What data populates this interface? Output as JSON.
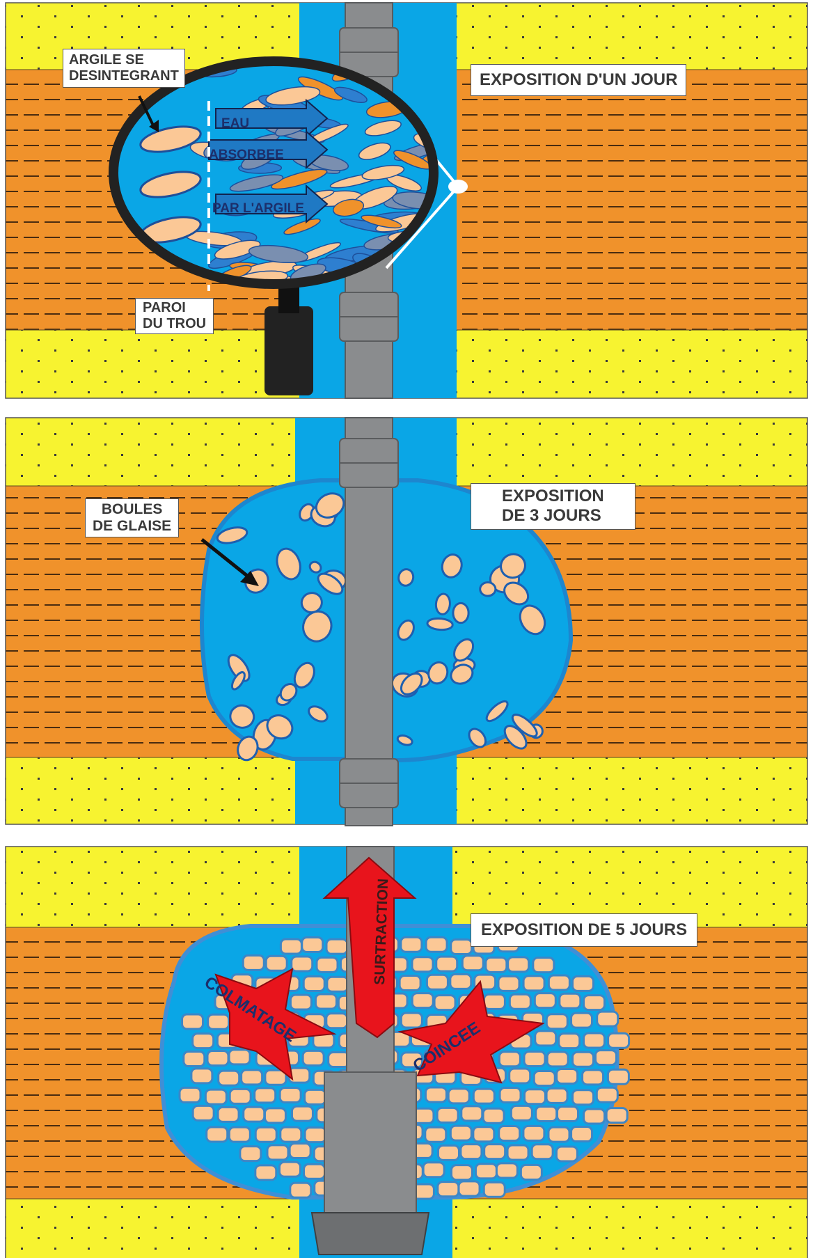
{
  "colors": {
    "sand": "#f7f330",
    "clay": "#f0922b",
    "mud": "#0aa6e6",
    "pipe": "#8a8c8e",
    "pipe_edge": "#5a5c5e",
    "cuttings": "#fbc896",
    "cutting_edge": "#3d86c6",
    "arrow_red": "#e8141c",
    "magnifier": "#222222"
  },
  "panels": [
    {
      "label_lines": [
        "EXPOSITION D'UN JOUR"
      ],
      "callouts": {
        "disintegrating": [
          "ARGILE SE",
          "DESINTEGRANT"
        ],
        "wall": [
          "PAROI",
          "DU TROU"
        ]
      },
      "lens_text": [
        "EAU",
        "ABSORBEE",
        "PAR L'ARGILE"
      ]
    },
    {
      "label_lines": [
        "EXPOSITION",
        "DE 3 JOURS"
      ],
      "callouts": {
        "clay_balls": [
          "BOULES",
          "DE GLAISE"
        ]
      }
    },
    {
      "label_lines": [
        "EXPOSITION DE 5 JOURS"
      ],
      "arrows": {
        "up": "SURTRACTION",
        "left": "COLMATAGE",
        "right": "COINCEE"
      }
    }
  ]
}
